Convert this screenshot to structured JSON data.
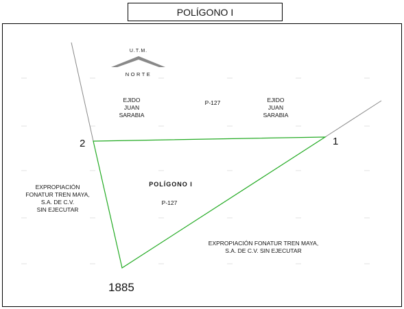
{
  "header": {
    "title": "POLÍGONO I"
  },
  "north_arrow": {
    "line1": "U.T.M.",
    "line2": "NORTE"
  },
  "labels": {
    "ejido_left": [
      "EJIDO",
      "JUAN",
      "SARABIA"
    ],
    "ejido_right": [
      "EJIDO",
      "JUAN",
      "SARABIA"
    ],
    "p127_top": "P-127",
    "poligono": "POLÍGONO I",
    "p127_center": "P-127",
    "expropiacion_left": [
      "EXPROPIACIÓN",
      "FONATUR TREN MAYA,",
      "S.A. DE C.V.",
      "SIN EJECUTAR"
    ],
    "expropiacion_right": [
      "EXPROPIACIÓN FONATUR TREN MAYA,",
      "S.A. DE C.V. SIN EJECUTAR"
    ]
  },
  "vertices": {
    "v1": "1",
    "v2": "2",
    "v3": "1885"
  },
  "colors": {
    "boundary": "#22aa22",
    "linework": "#888888",
    "frame": "#000000"
  }
}
